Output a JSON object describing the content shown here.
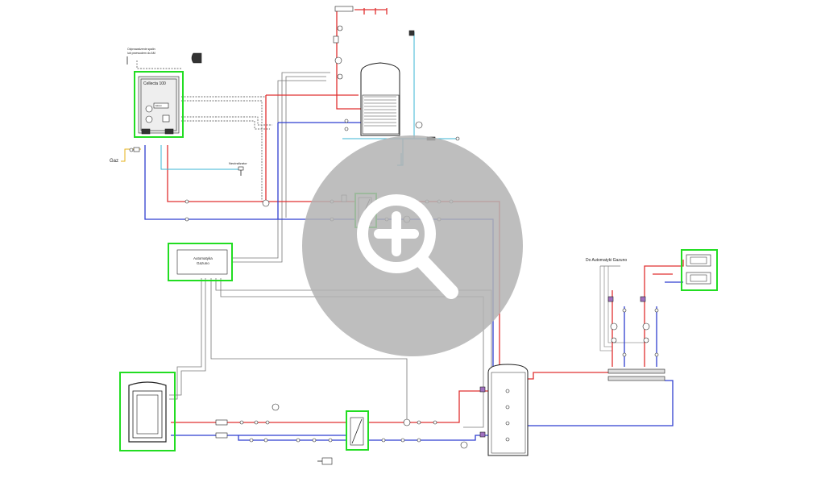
{
  "labels": {
    "boiler_note_line1": "Odprowadzenie spalin",
    "boiler_note_line2": "lub przewodem do AM",
    "boiler_model": "Cellecta 100",
    "boiler_display": "Ekran",
    "gas": "Gaz",
    "neutralizer": "Neutralizator",
    "automation_line1": "Automatyka",
    "automation_line2": "Gazuno",
    "to_automation": "Do Automatyki Gazuno"
  },
  "overlay": {
    "icon": "zoom-in-icon",
    "color": "#b3b3b3"
  },
  "colors": {
    "supply": "#e03030",
    "return": "#2f3fd0",
    "cold_water": "#3bb6d6",
    "gas_line": "#e6b21a",
    "highlight": "#22dd22"
  }
}
